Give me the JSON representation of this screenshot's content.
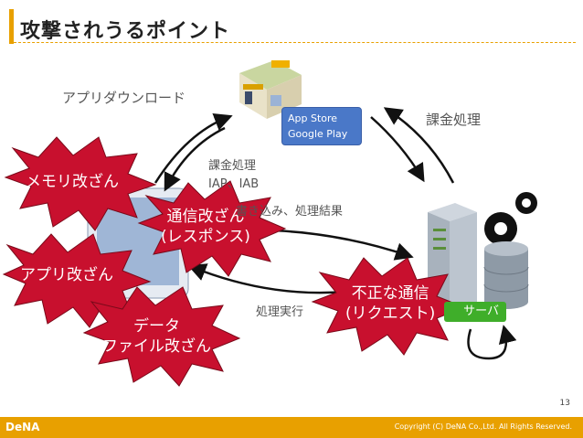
{
  "title": "攻撃されうるポイント",
  "labels": {
    "app_download": "アプリダウンロード",
    "billing_top": "課金処理",
    "billing_mid": "課金処理",
    "iap_iab": "IAP、IAB",
    "write_results": "書き込み、処理結果",
    "execute": "処理実行"
  },
  "store": {
    "line1": "App Store",
    "line2": "Google Play"
  },
  "server_label": "サーバ",
  "bursts": {
    "memory": "メモリ改ざん",
    "comm_line1": "通信改ざん",
    "comm_line2": "(レスポンス)",
    "app": "アプリ改ざん",
    "data_line1": "データ",
    "data_line2": "ファイル改ざん",
    "req_line1": "不正な通信",
    "req_line2": "(リクエスト)"
  },
  "page_number": "13",
  "footer": {
    "logo": "DeNA",
    "copyright": "Copyright (C) DeNA Co.,Ltd. All Rights Reserved."
  },
  "colors": {
    "accent": "#e8a000",
    "burst": "#c8102e",
    "store": "#4a78c8",
    "server": "#3fae2a"
  }
}
